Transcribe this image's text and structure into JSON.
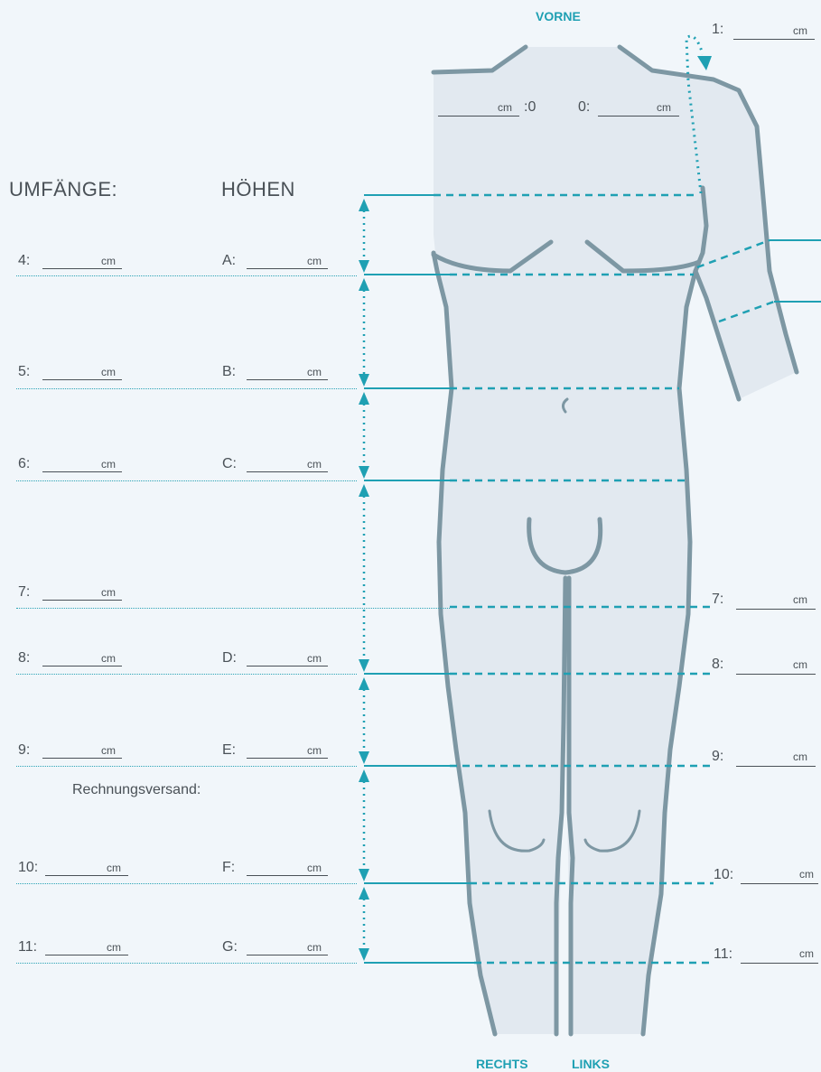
{
  "headings": {
    "umfaenge": "UMFÄNGE:",
    "hoehen": "HÖHEN",
    "vorne": "VORNE",
    "rechts": "RECHTS",
    "links": "LINKS"
  },
  "note": "Rechnungsversand:",
  "unit": "cm",
  "top": {
    "arm1": "1:",
    "left0": ":0",
    "right0": "0:"
  },
  "left_rows": [
    "4:",
    "5:",
    "6:",
    "7:",
    "8:",
    "9:",
    "10:",
    "11:"
  ],
  "height_rows": [
    "A:",
    "B:",
    "C:",
    "D:",
    "E:",
    "F:",
    "G:"
  ],
  "right_rows": [
    "7:",
    "8:",
    "9:",
    "10:",
    "11:"
  ],
  "colors": {
    "accent": "#1fa0b3",
    "body_fill": "#e2e9f0",
    "outline": "#7d97a3",
    "text": "#4a5157",
    "background": "#f1f6fa"
  }
}
